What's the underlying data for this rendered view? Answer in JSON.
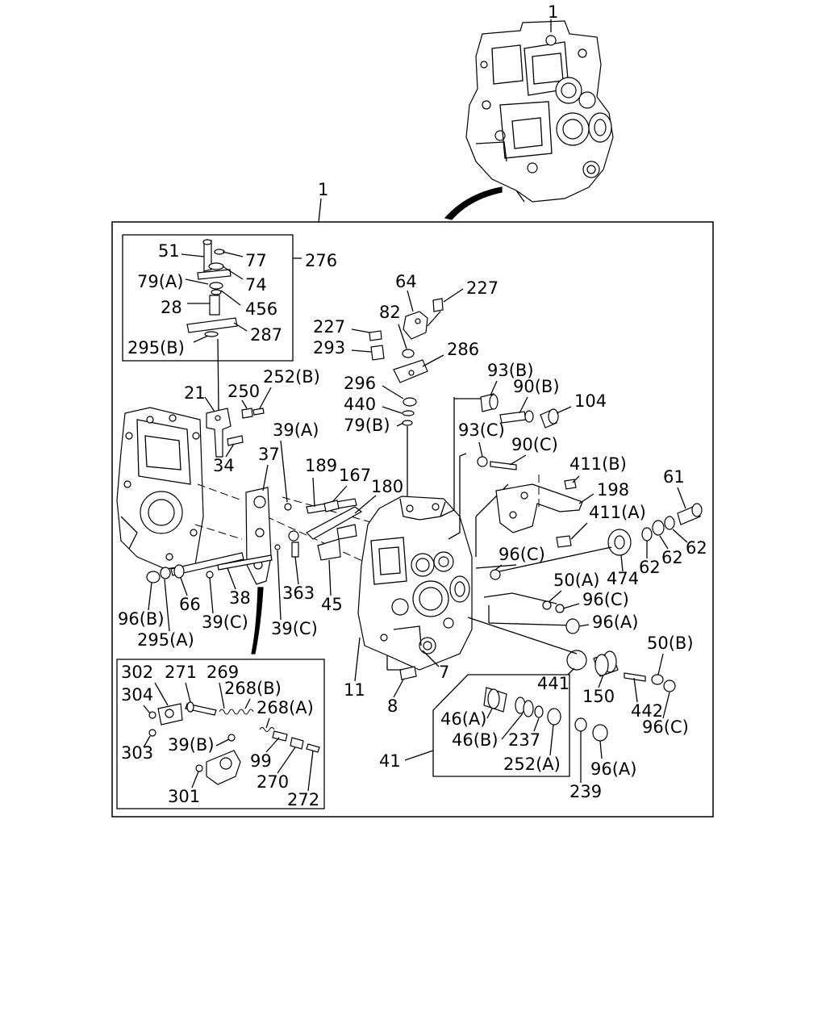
{
  "labels": {
    "l_1_top": "1",
    "l_1_main": "1",
    "l_276": "276",
    "l_51": "51",
    "l_77": "77",
    "l_79a": "79(A)",
    "l_74": "74",
    "l_28": "28",
    "l_456": "456",
    "l_287": "287",
    "l_295b": "295(B)",
    "l_64": "64",
    "l_227a": "227",
    "l_82": "82",
    "l_227b": "227",
    "l_293": "293",
    "l_286": "286",
    "l_296": "296",
    "l_440": "440",
    "l_79b": "79(B)",
    "l_21": "21",
    "l_250": "250",
    "l_252b": "252(B)",
    "l_39a": "39(A)",
    "l_34": "34",
    "l_37": "37",
    "l_189": "189",
    "l_167": "167",
    "l_180": "180",
    "l_93b": "93(B)",
    "l_90b": "90(B)",
    "l_104": "104",
    "l_93c": "93(C)",
    "l_90c": "90(C)",
    "l_411b": "411(B)",
    "l_198": "198",
    "l_61": "61",
    "l_411a": "411(A)",
    "l_62a": "62",
    "l_62b": "62",
    "l_62c": "62",
    "l_474": "474",
    "l_96c_a": "96(C)",
    "l_50a": "50(A)",
    "l_96c_b": "96(C)",
    "l_96a_a": "96(A)",
    "l_50b": "50(B)",
    "l_96b": "96(B)",
    "l_295a": "295(A)",
    "l_66": "66",
    "l_39c_a": "39(C)",
    "l_38": "38",
    "l_363": "363",
    "l_45": "45",
    "l_39c_b": "39(C)",
    "l_11": "11",
    "l_7": "7",
    "l_8": "8",
    "l_441": "441",
    "l_150": "150",
    "l_442": "442",
    "l_96c_c": "96(C)",
    "l_46a": "46(A)",
    "l_46b": "46(B)",
    "l_237": "237",
    "l_252a": "252(A)",
    "l_41": "41",
    "l_96a_b": "96(A)",
    "l_239": "239",
    "l_302": "302",
    "l_271": "271",
    "l_269": "269",
    "l_268b": "268(B)",
    "l_304": "304",
    "l_268a": "268(A)",
    "l_303": "303",
    "l_39b": "39(B)",
    "l_99": "99",
    "l_270": "270",
    "l_301": "301",
    "l_272": "272"
  }
}
